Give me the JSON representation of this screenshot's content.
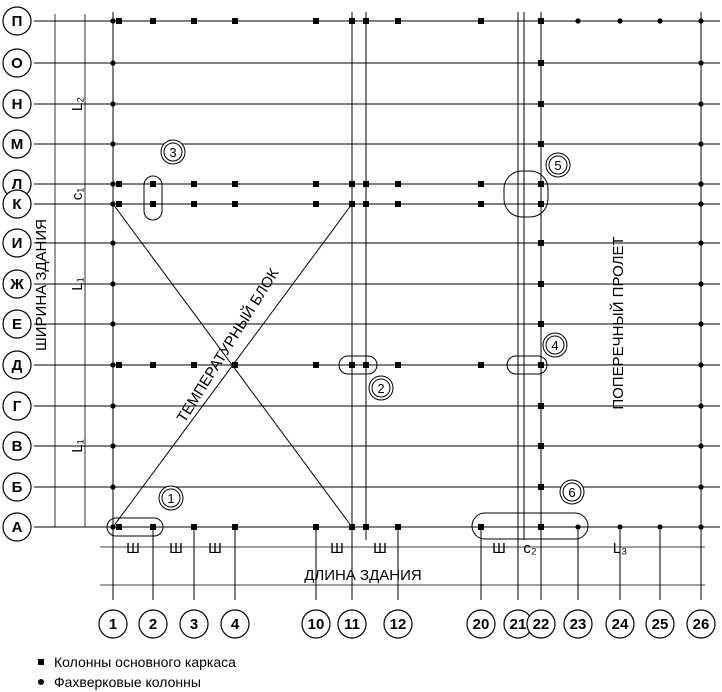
{
  "row_labels": [
    "П",
    "О",
    "Н",
    "М",
    "Л",
    "К",
    "И",
    "Ж",
    "Е",
    "Д",
    "Г",
    "В",
    "Б",
    "А"
  ],
  "column_numbers": [
    "1",
    "2",
    "3",
    "4",
    "10",
    "11",
    "12",
    "20",
    "21",
    "22",
    "23",
    "24",
    "25",
    "26"
  ],
  "texts": {
    "building_width": "ШИРИНА ЗДАНИЯ",
    "building_length": "ДЛИНА ЗДАНИЯ",
    "temperature_block": "ТЕМПЕРАТУРНЫЙ БЛОК",
    "transverse_span": "ПОПЕРЕЧНЫЙ ПРОЛЕТ",
    "dim_sh": "Ш",
    "dim_c1": "c₁",
    "dim_c2": "c₂",
    "dim_l1": "L₁",
    "dim_l2": "L₂",
    "dim_l3": "L₃"
  },
  "callouts": [
    "1",
    "2",
    "3",
    "4",
    "5",
    "6"
  ],
  "legend": {
    "main_columns": "Колонны основного каркаса",
    "frame_columns": "Фахверковые колонны"
  }
}
